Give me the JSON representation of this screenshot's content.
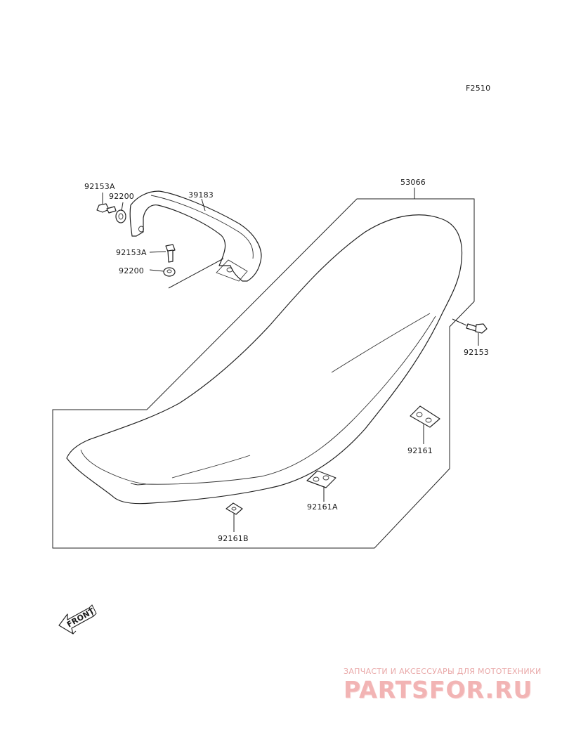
{
  "diagram": {
    "code": "F2510",
    "parts": [
      {
        "id": "label-53066",
        "number": "53066"
      },
      {
        "id": "label-39183",
        "number": "39183"
      },
      {
        "id": "label-92153a-top",
        "number": "92153A"
      },
      {
        "id": "label-92200-top",
        "number": "92200"
      },
      {
        "id": "label-92153a-mid",
        "number": "92153A"
      },
      {
        "id": "label-92200-mid",
        "number": "92200"
      },
      {
        "id": "label-92153",
        "number": "92153"
      },
      {
        "id": "label-92161",
        "number": "92161"
      },
      {
        "id": "label-92161a",
        "number": "92161A"
      },
      {
        "id": "label-92161b",
        "number": "92161B"
      }
    ],
    "front_arrow_label": "FRONT"
  },
  "watermark": {
    "tagline": "ЗАПЧАСТИ И АКСЕССУАРЫ ДЛЯ МОТОТЕХНИКИ",
    "logo": "PARTSFOR.RU"
  }
}
